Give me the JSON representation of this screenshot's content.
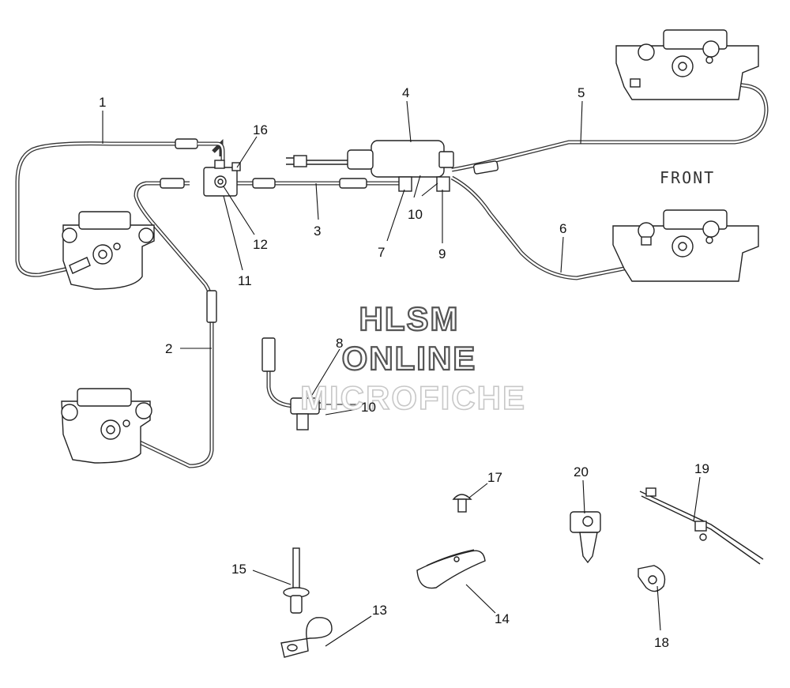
{
  "watermark": {
    "line1": "HLSM",
    "line2": "ONLINE",
    "line3": "MICROFICHE"
  },
  "front_label": "FRONT",
  "callouts": [
    {
      "id": "c1",
      "text": "1"
    },
    {
      "id": "c2",
      "text": "2"
    },
    {
      "id": "c3",
      "text": "3"
    },
    {
      "id": "c4",
      "text": "4"
    },
    {
      "id": "c5",
      "text": "5"
    },
    {
      "id": "c6",
      "text": "6"
    },
    {
      "id": "c7",
      "text": "7"
    },
    {
      "id": "c8",
      "text": "8"
    },
    {
      "id": "c9",
      "text": "9"
    },
    {
      "id": "c10a",
      "text": "10"
    },
    {
      "id": "c10b",
      "text": "10"
    },
    {
      "id": "c11",
      "text": "11"
    },
    {
      "id": "c12",
      "text": "12"
    },
    {
      "id": "c13",
      "text": "13"
    },
    {
      "id": "c14",
      "text": "14"
    },
    {
      "id": "c15",
      "text": "15"
    },
    {
      "id": "c16",
      "text": "16"
    },
    {
      "id": "c17",
      "text": "17"
    },
    {
      "id": "c18",
      "text": "18"
    },
    {
      "id": "c19",
      "text": "19"
    },
    {
      "id": "c20",
      "text": "20"
    }
  ]
}
